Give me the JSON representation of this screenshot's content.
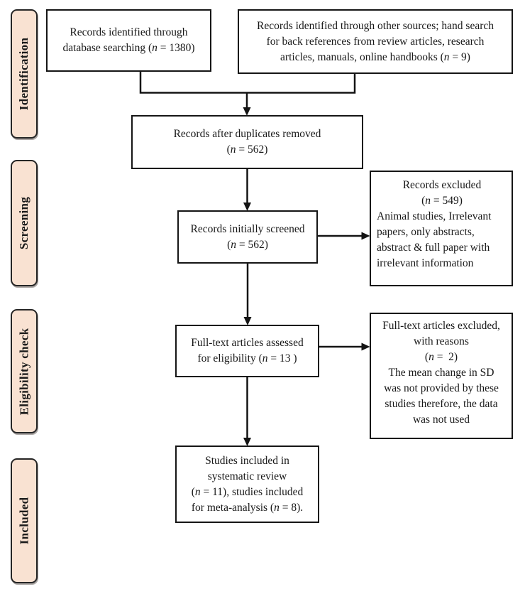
{
  "palette": {
    "stage_fill": "#f9e2d2",
    "stage_border": "#262626",
    "box_border": "#151515",
    "text": "#181818",
    "arrow": "#141414",
    "background": "#ffffff"
  },
  "stages": [
    {
      "label": "Identification"
    },
    {
      "label": "Screening"
    },
    {
      "label": "Eligibility check"
    },
    {
      "label": "Included"
    }
  ],
  "boxes": {
    "database_search": {
      "text": "Records identified through\ndatabase searching (n = 1380)"
    },
    "other_sources": {
      "text": "Records identified through other sources; hand search\nfor back references from review articles, research\narticles, manuals, online handbooks (n = 9)"
    },
    "duplicates_removed": {
      "text": "Records after duplicates removed\n(n = 562)"
    },
    "initially_screened": {
      "text": "Records initially screened\n(n = 562)"
    },
    "records_excluded": {
      "heading": "Records excluded\n(n = 549)",
      "details": "Animal studies, Irrelevant\npapers, only abstracts,\nabstract & full paper with\nirrelevant information"
    },
    "fulltext_assessed": {
      "text": "Full-text articles assessed\nfor eligibility (n = 13 )"
    },
    "fulltext_excluded": {
      "text": "Full-text articles excluded,\nwith reasons\n(n =  2)\nThe mean change in SD\nwas not provided by these\nstudies therefore, the data\nwas not used"
    },
    "included_studies": {
      "text": "Studies included in\nsystematic review\n(n = 11), studies included\nfor meta-analysis (n = 8)."
    }
  }
}
